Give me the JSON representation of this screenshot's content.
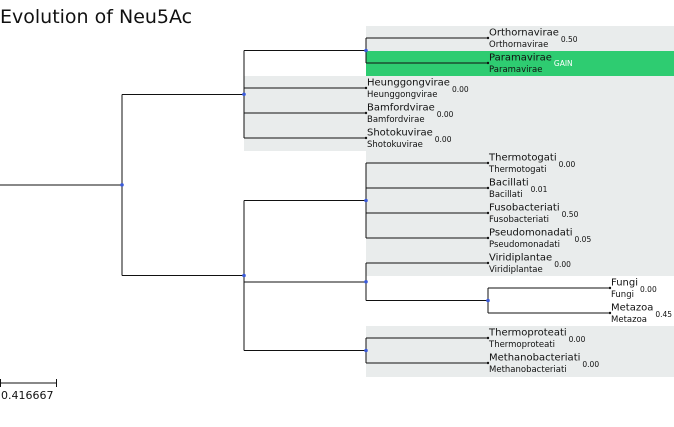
{
  "title": "Evolution of Neu5Ac",
  "scale_bar": {
    "label": "0.416667"
  },
  "colors": {
    "branch": "#111111",
    "node": "#3b5bdb",
    "shade": "#e9ecec",
    "gain_highlight": "#2ecc71",
    "gain_text": "#ffffff"
  },
  "leaves": [
    {
      "id": "orthornavirae",
      "name": "Orthornavirae",
      "sub": "Orthornavirae",
      "score": "0.50"
    },
    {
      "id": "paramavirae",
      "name": "Paramavirae",
      "sub": "Paramavirae",
      "score": "GAIN",
      "highlight": true
    },
    {
      "id": "heunggongvirae",
      "name": "Heunggongvirae",
      "sub": "Heunggongvirae",
      "score": "0.00"
    },
    {
      "id": "bamfordvirae",
      "name": "Bamfordvirae",
      "sub": "Bamfordvirae",
      "score": "0.00"
    },
    {
      "id": "shotokuvirae",
      "name": "Shotokuvirae",
      "sub": "Shotokuvirae",
      "score": "0.00"
    },
    {
      "id": "thermotogati",
      "name": "Thermotogati",
      "sub": "Thermotogati",
      "score": "0.00"
    },
    {
      "id": "bacillati",
      "name": "Bacillati",
      "sub": "Bacillati",
      "score": "0.01"
    },
    {
      "id": "fusobacteriati",
      "name": "Fusobacteriati",
      "sub": "Fusobacteriati",
      "score": "0.50"
    },
    {
      "id": "pseudomonadati",
      "name": "Pseudomonadati",
      "sub": "Pseudomonadati",
      "score": "0.05"
    },
    {
      "id": "viridiplantae",
      "name": "Viridiplantae",
      "sub": "Viridiplantae",
      "score": "0.00"
    },
    {
      "id": "fungi",
      "name": "Fungi",
      "sub": "Fungi",
      "score": "0.00"
    },
    {
      "id": "metazoa",
      "name": "Metazoa",
      "sub": "Metazoa",
      "score": "0.45"
    },
    {
      "id": "thermoproteati",
      "name": "Thermoproteati",
      "sub": "Thermoproteati",
      "score": "0.00"
    },
    {
      "id": "methanobacteriati",
      "name": "Methanobacteriati",
      "sub": "Methanobacteriati",
      "score": "0.00"
    }
  ]
}
